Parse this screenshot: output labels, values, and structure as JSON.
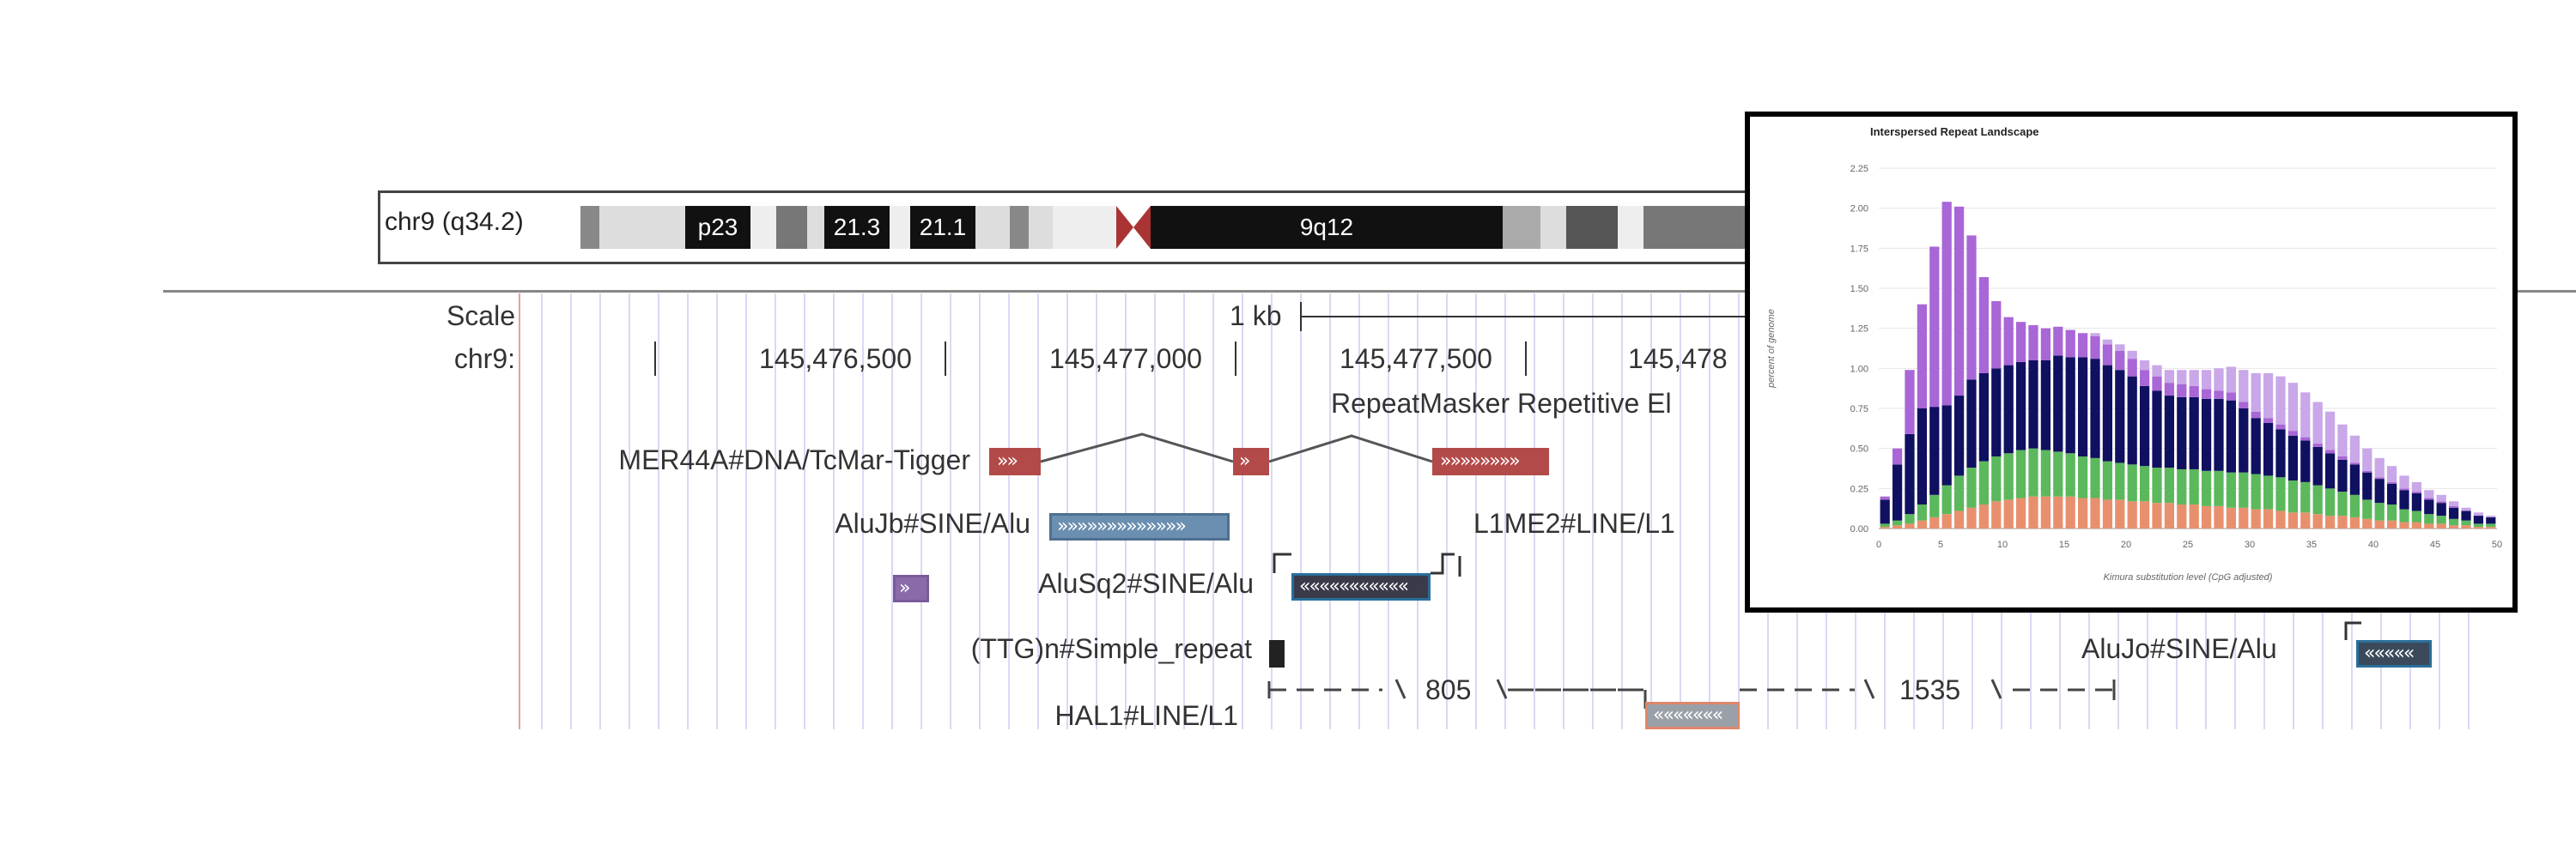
{
  "ideogram": {
    "label": "chr9 (q34.2)",
    "bands": [
      "p23",
      "21.3",
      "21.1",
      "9q12"
    ]
  },
  "ruler": {
    "scale_label": "Scale",
    "scale_value": "1 kb",
    "chrom_label": "chr9:",
    "positions": [
      "145,476,500",
      "145,477,000",
      "145,477,500",
      "145,478"
    ]
  },
  "track": {
    "title": "RepeatMasker Repetitive El"
  },
  "features": [
    {
      "label": "MER44A#DNA/TcMar-Tigger",
      "glyph": "»»"
    },
    {
      "label": "AluJb#SINE/Alu",
      "glyph": "»»»»»»»»»»»»»"
    },
    {
      "label": "L1ME2#LINE/L1"
    },
    {
      "label": "AluSq2#SINE/Alu",
      "glyph": "«««««««««««"
    },
    {
      "label": "(TTG)n#Simple_repeat"
    },
    {
      "label": "AluJo#SINE/Alu",
      "glyph": "«««««"
    },
    {
      "label": "HAL1#LINE/L1",
      "gap1": "805",
      "gap2": "1535",
      "glyph": "«««««««"
    }
  ],
  "colors": {
    "dna": "#b34a4a",
    "sine": "#4f6f8f",
    "simple": "#222222",
    "line": "#e0866a",
    "purple": "#a07cc8"
  },
  "chart_data": {
    "type": "bar",
    "title": "Interspersed Repeat Landscape",
    "xlabel": "Kimura substitution level (CpG adjusted)",
    "ylabel": "percent of genome",
    "xlim": [
      0,
      50
    ],
    "ylim": [
      0,
      2.25
    ],
    "xticks": [
      "0",
      "5",
      "10",
      "15",
      "20",
      "25",
      "30",
      "35",
      "40",
      "45",
      "50"
    ],
    "yticks": [
      "0.00",
      "0.25",
      "0.50",
      "0.75",
      "1.00",
      "1.25",
      "1.50",
      "1.75",
      "2.00",
      "2.25"
    ],
    "x": [
      0,
      1,
      2,
      3,
      4,
      5,
      6,
      7,
      8,
      9,
      10,
      11,
      12,
      13,
      14,
      15,
      16,
      17,
      18,
      19,
      20,
      21,
      22,
      23,
      24,
      25,
      26,
      27,
      28,
      29,
      30,
      31,
      32,
      33,
      34,
      35,
      36,
      37,
      38,
      39,
      40,
      41,
      42,
      43,
      44,
      45,
      46,
      47,
      48,
      49
    ],
    "series": [
      {
        "color": "#e8906e",
        "values": [
          0.01,
          0.02,
          0.03,
          0.05,
          0.07,
          0.09,
          0.11,
          0.13,
          0.15,
          0.17,
          0.18,
          0.19,
          0.2,
          0.2,
          0.2,
          0.2,
          0.19,
          0.19,
          0.18,
          0.18,
          0.17,
          0.17,
          0.16,
          0.16,
          0.15,
          0.15,
          0.14,
          0.14,
          0.13,
          0.13,
          0.12,
          0.12,
          0.11,
          0.1,
          0.1,
          0.09,
          0.08,
          0.08,
          0.07,
          0.06,
          0.05,
          0.05,
          0.04,
          0.04,
          0.03,
          0.03,
          0.02,
          0.02,
          0.01,
          0.01
        ]
      },
      {
        "color": "#5cb85c",
        "values": [
          0.02,
          0.03,
          0.06,
          0.1,
          0.14,
          0.18,
          0.22,
          0.25,
          0.27,
          0.28,
          0.29,
          0.3,
          0.3,
          0.29,
          0.28,
          0.27,
          0.26,
          0.25,
          0.24,
          0.23,
          0.23,
          0.22,
          0.22,
          0.22,
          0.22,
          0.22,
          0.22,
          0.22,
          0.22,
          0.22,
          0.22,
          0.21,
          0.21,
          0.2,
          0.19,
          0.18,
          0.17,
          0.15,
          0.14,
          0.12,
          0.11,
          0.1,
          0.08,
          0.07,
          0.06,
          0.05,
          0.04,
          0.03,
          0.02,
          0.02
        ]
      },
      {
        "color": "#101060",
        "values": [
          0.15,
          0.35,
          0.5,
          0.6,
          0.55,
          0.5,
          0.5,
          0.55,
          0.55,
          0.55,
          0.55,
          0.55,
          0.55,
          0.56,
          0.6,
          0.6,
          0.62,
          0.62,
          0.6,
          0.58,
          0.55,
          0.5,
          0.48,
          0.45,
          0.45,
          0.45,
          0.45,
          0.45,
          0.45,
          0.4,
          0.35,
          0.33,
          0.3,
          0.28,
          0.26,
          0.24,
          0.22,
          0.2,
          0.19,
          0.17,
          0.15,
          0.13,
          0.12,
          0.11,
          0.09,
          0.08,
          0.07,
          0.06,
          0.05,
          0.04
        ]
      },
      {
        "color": "#a966d6",
        "values": [
          0.02,
          0.1,
          0.4,
          0.65,
          1.0,
          1.27,
          1.18,
          0.9,
          0.6,
          0.42,
          0.3,
          0.25,
          0.22,
          0.2,
          0.18,
          0.17,
          0.15,
          0.14,
          0.13,
          0.12,
          0.11,
          0.1,
          0.09,
          0.08,
          0.08,
          0.07,
          0.06,
          0.05,
          0.05,
          0.04,
          0.04,
          0.03,
          0.03,
          0.03,
          0.02,
          0.02,
          0.02,
          0.02,
          0.01,
          0.01,
          0.01,
          0.01,
          0.01,
          0.01,
          0.01,
          0.01,
          0.01,
          0.0,
          0.0,
          0.0
        ]
      },
      {
        "color": "#c9a7e8",
        "values": [
          0.0,
          0.0,
          0.0,
          0.0,
          0.0,
          0.0,
          0.0,
          0.0,
          0.0,
          0.0,
          0.0,
          0.0,
          0.0,
          0.0,
          0.0,
          0.0,
          0.0,
          0.02,
          0.03,
          0.04,
          0.05,
          0.06,
          0.07,
          0.08,
          0.09,
          0.1,
          0.12,
          0.14,
          0.16,
          0.2,
          0.24,
          0.28,
          0.3,
          0.3,
          0.28,
          0.26,
          0.24,
          0.2,
          0.17,
          0.14,
          0.12,
          0.1,
          0.08,
          0.06,
          0.05,
          0.04,
          0.03,
          0.02,
          0.02,
          0.01
        ]
      }
    ]
  }
}
